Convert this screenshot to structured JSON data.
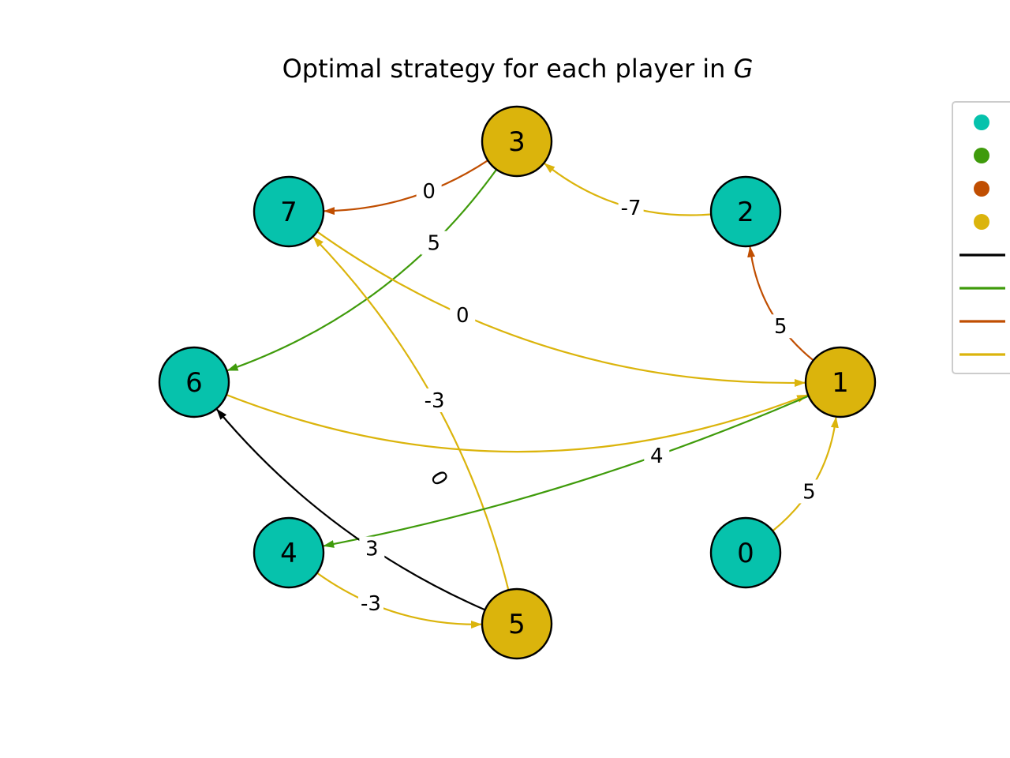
{
  "title": {
    "text": "Optimal strategy for each player in ",
    "variable": "G"
  },
  "colors": {
    "node_teal": "#06c2ac",
    "node_gold": "#dbb40c",
    "edge_black": "#000000",
    "edge_green": "#3f9b0b",
    "edge_orange": "#c04e01",
    "edge_gold": "#dbb40c"
  },
  "nodes": [
    {
      "id": "0",
      "label": "0",
      "color": "teal"
    },
    {
      "id": "1",
      "label": "1",
      "color": "gold"
    },
    {
      "id": "2",
      "label": "2",
      "color": "teal"
    },
    {
      "id": "3",
      "label": "3",
      "color": "gold"
    },
    {
      "id": "4",
      "label": "4",
      "color": "teal"
    },
    {
      "id": "5",
      "label": "5",
      "color": "gold"
    },
    {
      "id": "6",
      "label": "6",
      "color": "teal"
    },
    {
      "id": "7",
      "label": "7",
      "color": "teal"
    }
  ],
  "edges": [
    {
      "from": "3",
      "to": "7",
      "weight": "0",
      "color": "orange"
    },
    {
      "from": "3",
      "to": "6",
      "weight": "5",
      "color": "green"
    },
    {
      "from": "2",
      "to": "3",
      "weight": "-7",
      "color": "gold"
    },
    {
      "from": "1",
      "to": "2",
      "weight": "5",
      "color": "orange"
    },
    {
      "from": "7",
      "to": "1",
      "weight": "0",
      "color": "gold"
    },
    {
      "from": "6",
      "to": "1",
      "weight": "",
      "color": "gold"
    },
    {
      "from": "5",
      "to": "7",
      "weight": "-3",
      "color": "gold"
    },
    {
      "from": "1",
      "to": "4",
      "weight": "4",
      "color": "green"
    },
    {
      "from": "4",
      "to": "5",
      "weight": "-3",
      "color": "gold"
    },
    {
      "from": "5",
      "to": "6",
      "weight": "3",
      "color": "black"
    },
    {
      "from": "0",
      "to": "1",
      "weight": "5",
      "color": "gold"
    }
  ],
  "extra_labels": [
    {
      "text": "0",
      "near_edge": "1-4"
    }
  ],
  "legend": {
    "markers": [
      "teal",
      "green",
      "orange",
      "gold"
    ],
    "lines": [
      "black",
      "green",
      "orange",
      "gold"
    ]
  }
}
